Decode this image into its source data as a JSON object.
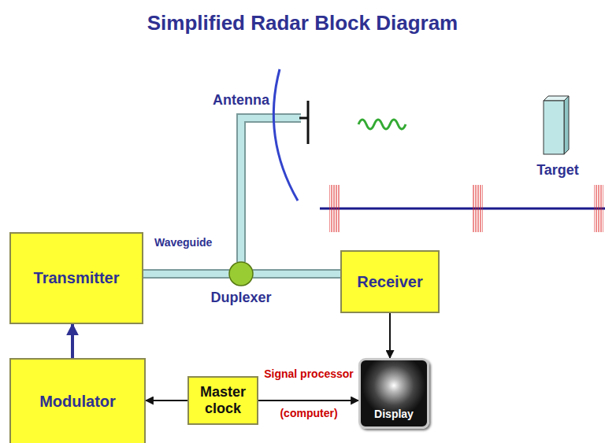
{
  "diagram": {
    "title": "Simplified Radar Block Diagram",
    "nodes": [
      {
        "text": [
          "Antenna"
        ]
      },
      {
        "text": [
          "Target"
        ]
      },
      {
        "text": [
          "Transmitter"
        ]
      },
      {
        "text": [
          "Duplexer"
        ]
      },
      {
        "text": [
          "Signal processor",
          "(computer)"
        ]
      },
      {
        "text": [
          "Receiver"
        ],
        "in": 4
      },
      {
        "text": [
          "Modulator"
        ]
      },
      {
        "text": [
          "Master clock"
        ],
        "in": 4
      },
      {
        "text": [
          "Display"
        ],
        "in": 4
      }
    ],
    "edges": [
      {
        "from": 2,
        "to": 3,
        "arrow": "none"
      },
      {
        "from": 3,
        "to": 0,
        "arrow": "none"
      },
      {
        "from": 3,
        "to": 5,
        "arrow": "none"
      },
      {
        "from": 5,
        "to": 8,
        "arrow": "to"
      },
      {
        "from": 6,
        "to": 2,
        "arrow": "to"
      },
      {
        "from": 7,
        "to": 6,
        "arrow": "to"
      },
      {
        "from": 7,
        "to": 8,
        "arrow": "to"
      }
    ],
    "labels": [
      "Waveguide"
    ]
  }
}
